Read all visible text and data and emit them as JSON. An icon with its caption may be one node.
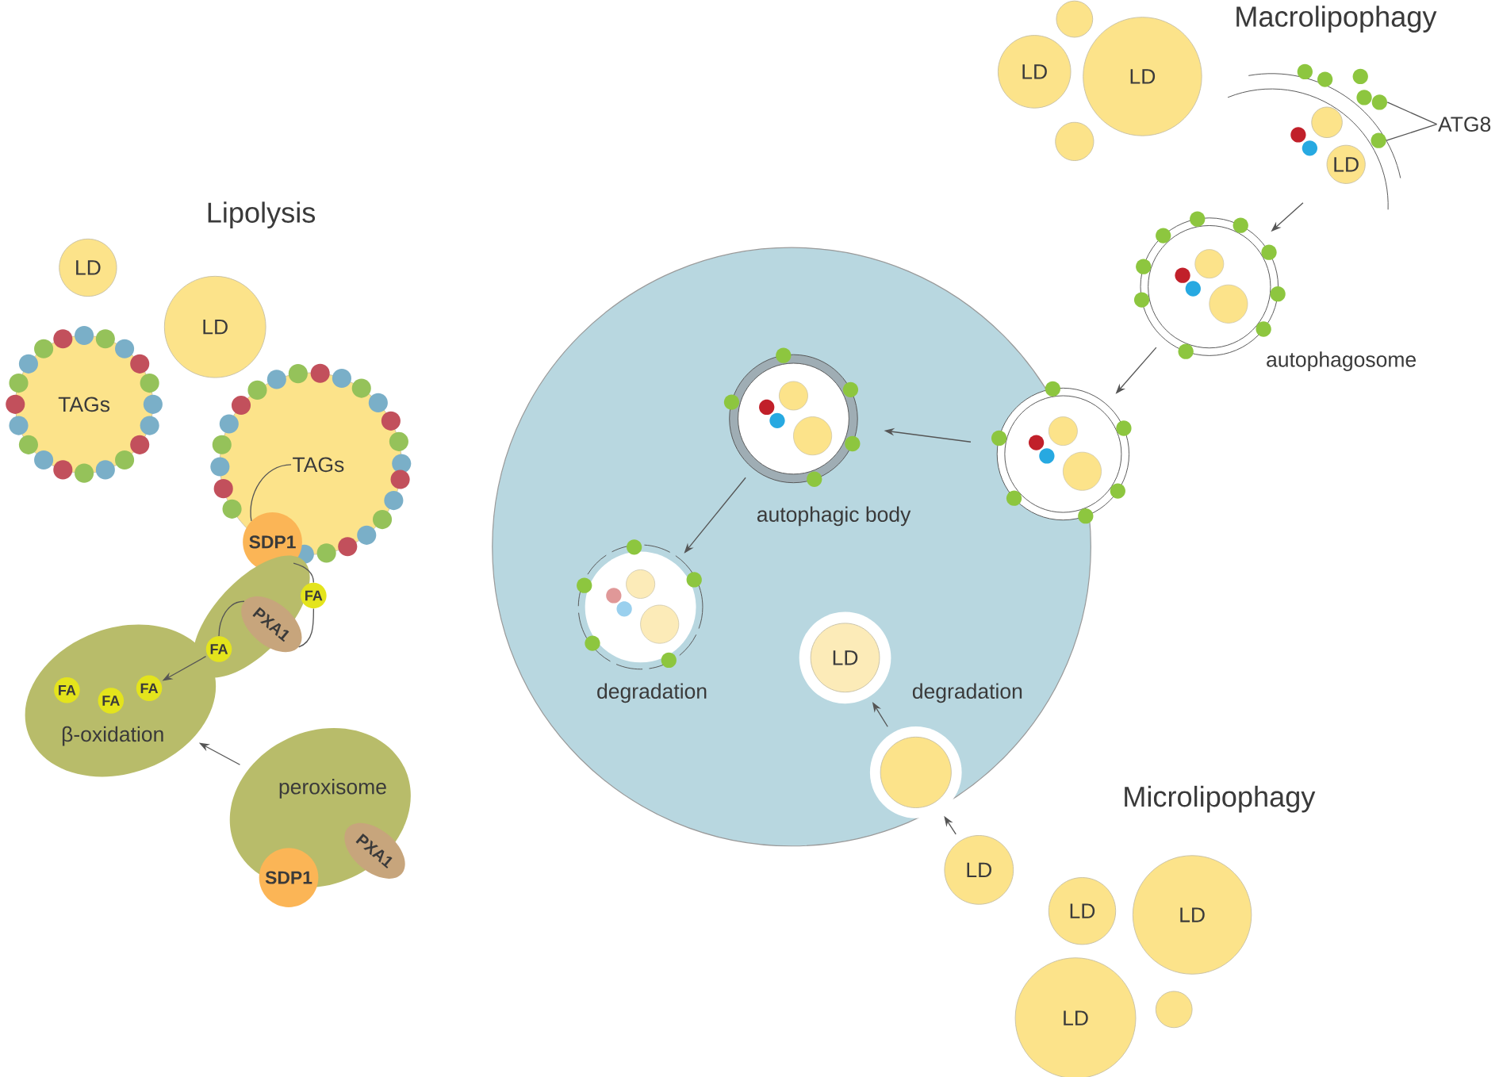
{
  "diagram": {
    "nodes": [
      {
        "text": [
          "LD"
        ]
      },
      {
        "text": [
          "LD"
        ]
      },
      {
        "text": [
          "TAGs"
        ]
      },
      {
        "text": [
          "TAGs"
        ]
      },
      {
        "text": [
          "SDP1"
        ]
      },
      {
        "text": [],
        "shape": "ellipse"
      },
      {
        "text": [
          "PXA1"
        ],
        "in": 5
      },
      {
        "text": [
          "FA"
        ]
      },
      {
        "text": [
          "FA"
        ],
        "in": 5
      },
      {
        "text": [
          "β-oxidation"
        ]
      },
      {
        "text": [
          "FA"
        ],
        "in": 9
      },
      {
        "text": [
          "FA"
        ],
        "in": 9
      },
      {
        "text": [
          "FA"
        ],
        "in": 9
      },
      {
        "text": [
          "peroxisome"
        ]
      },
      {
        "text": [
          "SDP1"
        ]
      },
      {
        "text": [
          "PXA1"
        ],
        "in": 13
      },
      {
        "text": [],
        "shape": "circle"
      },
      {
        "text": [],
        "shape": "circle",
        "in": 16,
        "beside": [
          "autophagic body"
        ]
      },
      {
        "text": [],
        "shape": "circle",
        "in": 16,
        "beside": [
          "degradation"
        ]
      },
      {
        "text": [
          "LD"
        ],
        "in": 16,
        "beside": [
          "degradation"
        ]
      },
      {
        "text": [],
        "shape": "circle",
        "in": 16
      },
      {
        "text": [
          "LD"
        ]
      },
      {
        "text": [
          "LD"
        ]
      },
      {
        "text": [
          "LD"
        ]
      },
      {
        "text": [
          "LD"
        ]
      },
      {
        "text": [],
        "shape": "circle"
      },
      {
        "text": [],
        "shape": "circle"
      },
      {
        "text": [
          "LD"
        ]
      },
      {
        "text": [
          "LD"
        ]
      },
      {
        "text": [],
        "shape": "circle"
      },
      {
        "text": [],
        "shape": "circle"
      },
      {
        "text": [
          "ATG8"
        ]
      },
      {
        "text": [
          "LD"
        ]
      },
      {
        "text": [],
        "shape": "circle",
        "beside": [
          "autophagosome"
        ]
      },
      {
        "text": [],
        "shape": "circle"
      },
      {
        "text": [],
        "shape": "circle"
      },
      {
        "text": [],
        "shape": "circle"
      }
    ],
    "edges": [
      {
        "from": 3,
        "to": 4,
        "arrow": "none"
      },
      {
        "from": 4,
        "to": 7,
        "arrow": "none"
      },
      {
        "from": 7,
        "to": 6,
        "arrow": "none"
      },
      {
        "from": 6,
        "to": 8,
        "arrow": "none"
      },
      {
        "from": 8,
        "to": 12,
        "arrow": "to"
      },
      {
        "from": 13,
        "to": 9,
        "arrow": "to"
      },
      {
        "from": 21,
        "to": 20,
        "arrow": "to"
      },
      {
        "from": 20,
        "to": 19,
        "arrow": "to"
      },
      {
        "from": 32,
        "to": 33,
        "arrow": "to"
      },
      {
        "from": 33,
        "to": 34,
        "arrow": "to"
      },
      {
        "from": 34,
        "to": 17,
        "arrow": "to"
      },
      {
        "from": 17,
        "to": 18,
        "arrow": "to"
      },
      {
        "from": 31,
        "to": 35,
        "arrow": "none"
      },
      {
        "from": 31,
        "to": 36,
        "arrow": "none"
      }
    ],
    "labels": [
      "Macrolipophagy",
      "Lipolysis",
      "Microlipophagy"
    ]
  }
}
